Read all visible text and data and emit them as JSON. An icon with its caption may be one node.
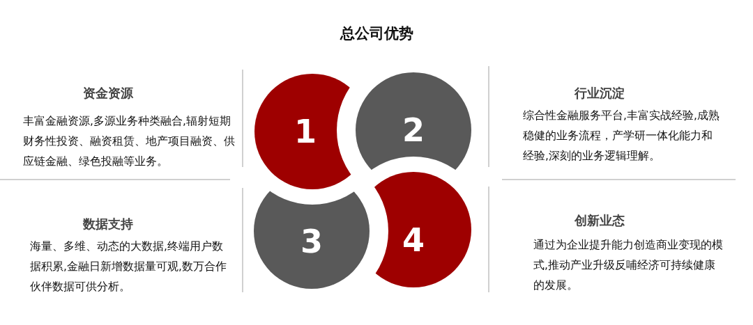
{
  "diagram": {
    "title": "总公司优势",
    "nodes": [
      {
        "text": [
          "1"
        ]
      },
      {
        "text": [
          "2"
        ]
      },
      {
        "text": [
          "3"
        ]
      },
      {
        "text": [
          "4"
        ]
      }
    ],
    "labels": [
      "资金资源",
      "丰富金融资源,多源业务种类融合,辐射短期财务性投资、融资租赁、地产项目融资、供应链金融、绿色投融等业务。",
      "行业沉淀",
      "综合性金融服务平台,丰富实战经验,成熟稳健的业务流程，产学研一体化能力和经验,深刻的业务逻辑理解。",
      "数据支持",
      "海量、多维、动态的大数据,终端用户数据积累,金融日新增数据量可观,数万合作伙伴数据可供分析。",
      "创新业态",
      "通过为企业提升能力创造商业变现的模式,推动产业升级反哺经济可持续健康的发展。"
    ]
  }
}
